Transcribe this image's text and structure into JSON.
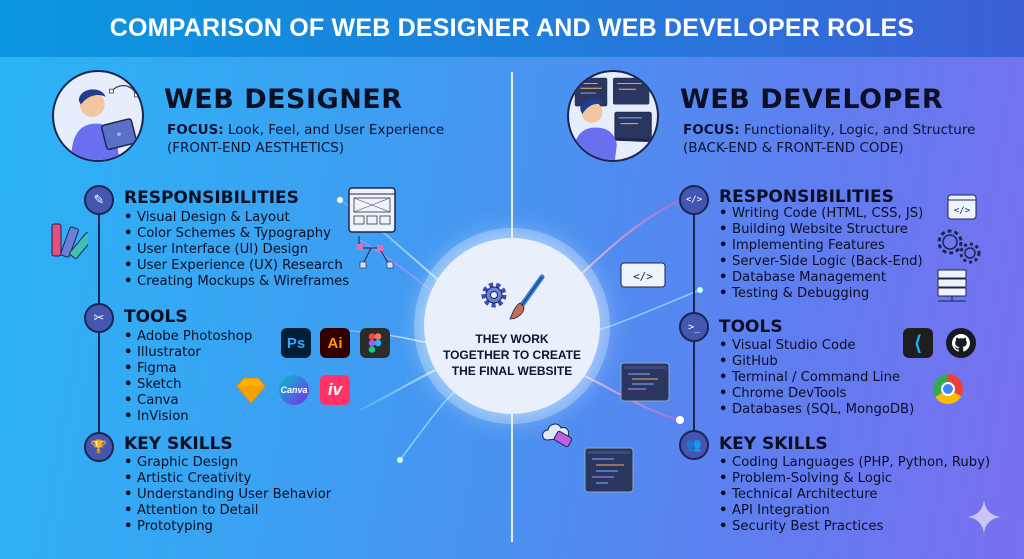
{
  "title": "COMPARISON OF WEB DESIGNER AND WEB DEVELOPER ROLES",
  "center": {
    "text_lines": [
      "THEY WORK",
      "TOGETHER TO CREATE",
      "THE FINAL WEBSITE"
    ],
    "icons": [
      "gear-icon",
      "paintbrush-icon"
    ]
  },
  "designer": {
    "title": "WEB DESIGNER",
    "focus_label": "FOCUS:",
    "focus_text": "Look, Feel, and User Experience",
    "focus_sub": "(FRONT-END AESTHETICS)",
    "sections": [
      {
        "title": "RESPONSIBILITIES",
        "icon": "edit-document-icon",
        "items": [
          "Visual Design & Layout",
          "Color Schemes & Typography",
          "User Interface (UI) Design",
          "User Experience (UX) Research",
          "Creating Mockups & Wireframes"
        ]
      },
      {
        "title": "TOOLS",
        "icon": "tools-icon",
        "items": [
          "Adobe Photoshop",
          "Illustrator",
          "Figma",
          "Sketch",
          "Canva",
          "InVision"
        ]
      },
      {
        "title": "KEY SKILLS",
        "icon": "trophy-icon",
        "items": [
          "Graphic Design",
          "Artistic Creativity",
          "Understanding User Behavior",
          "Attention to Detail",
          "Prototyping"
        ]
      }
    ],
    "tool_logos": [
      {
        "name": "Ps",
        "bg": "#001e36",
        "fg": "#31a8ff"
      },
      {
        "name": "Ai",
        "bg": "#330000",
        "fg": "#ff9a00"
      },
      {
        "name": "Figma",
        "bg": "#2c2c2c",
        "fg": "#f24e1e"
      },
      {
        "name": "Sketch",
        "bg": "#fdb300",
        "fg": "#ea6c00"
      },
      {
        "name": "Canva",
        "bg": "#7d2ae8",
        "fg": "#ffffff"
      },
      {
        "name": "iv",
        "bg": "#ff3366",
        "fg": "#ffffff"
      }
    ]
  },
  "developer": {
    "title": "WEB DEVELOPER",
    "focus_label": "FOCUS:",
    "focus_text": "Functionality, Logic, and Structure",
    "focus_sub": "(BACK-END & FRONT-END CODE)",
    "sections": [
      {
        "title": "RESPONSIBILITIES",
        "icon": "code-clipboard-icon",
        "items": [
          "Writing Code (HTML, CSS, JS)",
          "Building Website Structure",
          "Implementing Features",
          "Server-Side Logic (Back-End)",
          "Database Management",
          "Testing & Debugging"
        ]
      },
      {
        "title": "TOOLS",
        "icon": "terminal-icon",
        "items": [
          "Visual Studio Code",
          "GitHub",
          "Terminal / Command Line",
          "Chrome DevTools",
          "Databases (SQL, MongoDB)"
        ]
      },
      {
        "title": "KEY SKILLS",
        "icon": "team-icon",
        "items": [
          "Coding Languages (PHP, Python, Ruby)",
          "Problem-Solving & Logic",
          "Technical Architecture",
          "API Integration",
          "Security Best Practices"
        ]
      }
    ],
    "tool_logos": [
      {
        "name": "VS Code",
        "bg": "#1e1e1e",
        "fg": "#23a9f2"
      },
      {
        "name": "GitHub",
        "bg": "#161b22",
        "fg": "#ffffff"
      },
      {
        "name": "Chrome",
        "bg": "#ffffff",
        "fg": "#4285f4"
      }
    ]
  },
  "colors": {
    "header_start": "#0b97df",
    "header_end": "#3d5fd8",
    "bg_left": "#2ab4f7",
    "bg_right": "#7a6ff0",
    "section_icon": "#4556b0",
    "text_dark": "#0a0f24"
  }
}
